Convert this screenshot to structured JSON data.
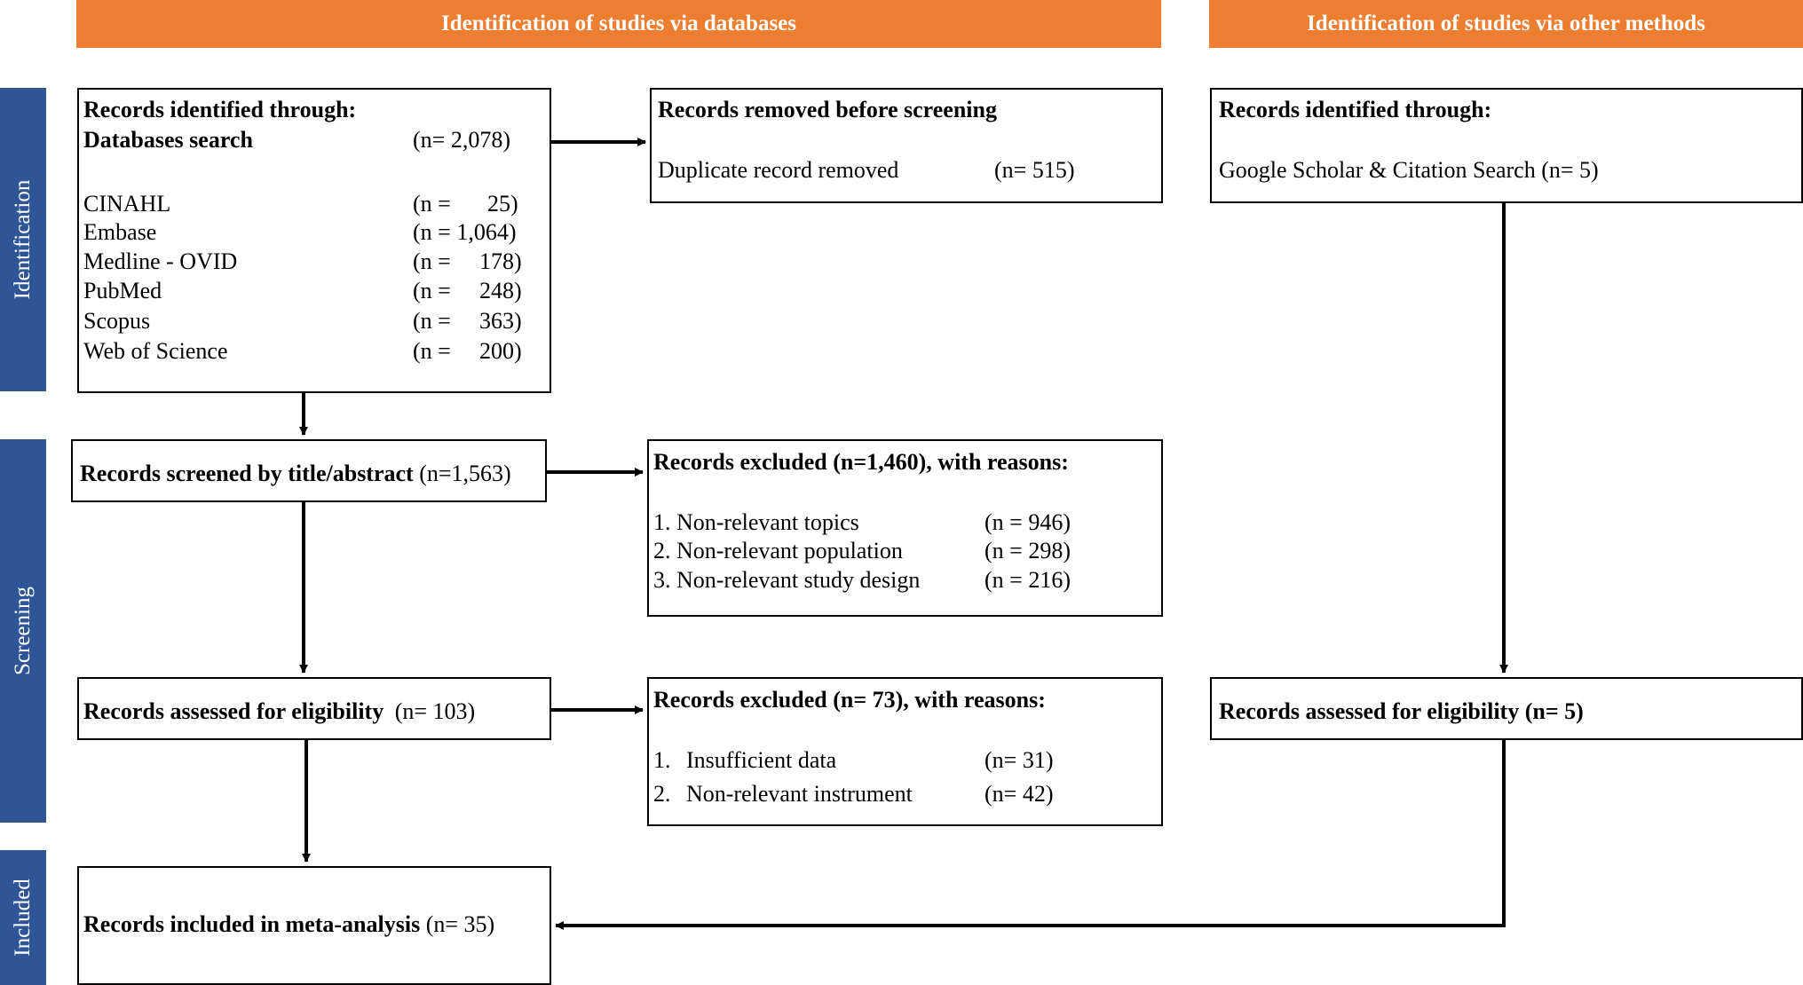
{
  "headers": {
    "databases": "Identification of studies via databases",
    "other": "Identification of studies via other methods"
  },
  "stages": {
    "identification": "Identification",
    "screening": "Screening",
    "included": "Included"
  },
  "identified_db": {
    "title": "Records identified through:",
    "subtitle": "Databases search",
    "total": "(n= 2,078)",
    "sources": [
      {
        "name": "CINAHL",
        "n_prefix": "(n =",
        "n_value": "25)"
      },
      {
        "name": "Embase",
        "n_prefix": "(n = 1,064)",
        "n_value": ""
      },
      {
        "name": "Medline - OVID",
        "n_prefix": "(n =",
        "n_value": "178)"
      },
      {
        "name": "PubMed",
        "n_prefix": "(n =",
        "n_value": "248)"
      },
      {
        "name": "Scopus",
        "n_prefix": "(n =",
        "n_value": "363)"
      },
      {
        "name": "Web of Science",
        "n_prefix": "(n =",
        "n_value": "200)"
      }
    ]
  },
  "removed": {
    "title": "Records removed before screening",
    "label": "Duplicate record removed",
    "n": "(n= 515)"
  },
  "identified_other": {
    "title": "Records identified through:",
    "label": "Google Scholar & Citation Search (n= 5)"
  },
  "screened": {
    "label": "Records screened by title/abstract",
    "n": "(n=1,563)"
  },
  "excluded_screen": {
    "title": "Records excluded (n=1,460), with reasons:",
    "reasons": [
      {
        "label": "1. Non-relevant topics",
        "n": "(n = 946)"
      },
      {
        "label": "2. Non-relevant population",
        "n": "(n = 298)"
      },
      {
        "label": "3. Non-relevant study design",
        "n": "(n = 216)"
      }
    ]
  },
  "eligibility_db": {
    "label": "Records assessed for eligibility",
    "n": "(n= 103)"
  },
  "excluded_elig": {
    "title": "Records excluded (n= 73), with reasons:",
    "reasons": [
      {
        "num": "1.",
        "label": "Insufficient data",
        "n": "(n= 31)"
      },
      {
        "num": "2.",
        "label": "Non-relevant instrument",
        "n": "(n= 42)"
      }
    ]
  },
  "eligibility_other": {
    "label": "Records assessed for eligibility",
    "n": "(n=  5)"
  },
  "included": {
    "label": "Records included in meta-analysis",
    "n": "(n= 35)"
  },
  "colors": {
    "header": "#ED7D31",
    "stage": "#2F5597",
    "line": "#000000"
  }
}
